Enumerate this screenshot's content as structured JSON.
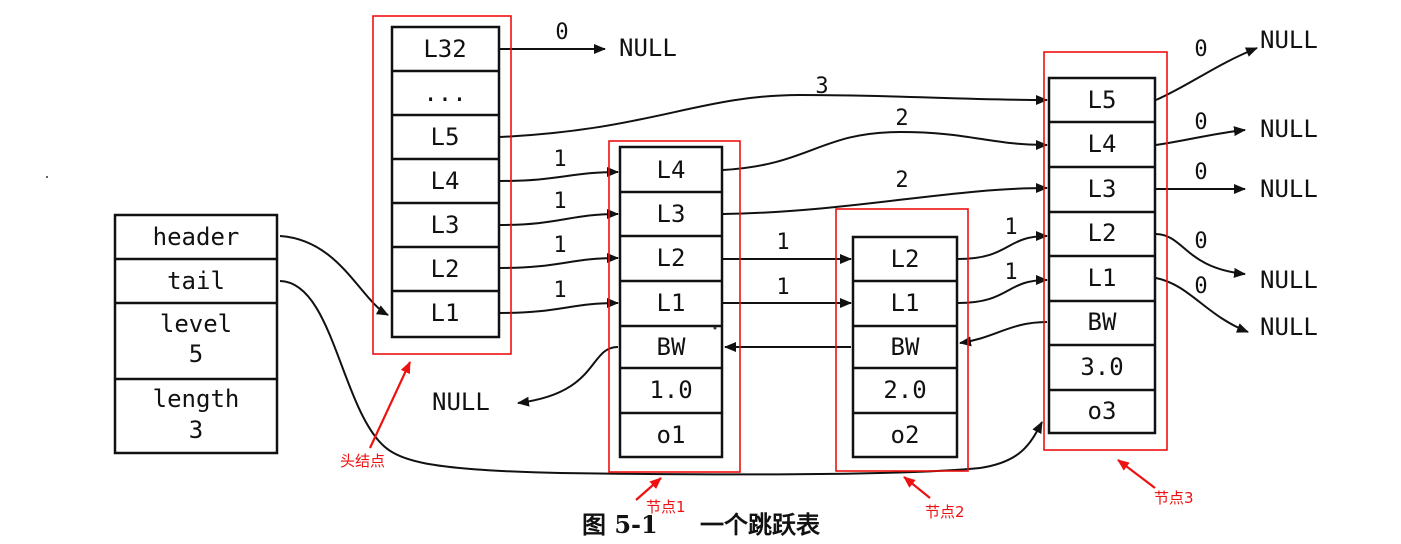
{
  "list": {
    "fields": [
      "header",
      "tail",
      "level",
      "5",
      "length",
      "3"
    ]
  },
  "header_node": {
    "levels": [
      "L32",
      "...",
      "L5",
      "L4",
      "L3",
      "L2",
      "L1"
    ],
    "label": "头结点"
  },
  "node1": {
    "levels": [
      "L4",
      "L3",
      "L2",
      "L1"
    ],
    "backward": "BW",
    "score": "1.0",
    "obj": "o1",
    "label": "节点1"
  },
  "node2": {
    "levels": [
      "L2",
      "L1"
    ],
    "backward": "BW",
    "score": "2.0",
    "obj": "o2",
    "label": "节点2"
  },
  "node3": {
    "levels": [
      "L5",
      "L4",
      "L3",
      "L2",
      "L1"
    ],
    "backward": "BW",
    "score": "3.0",
    "obj": "o3",
    "label": "节点3"
  },
  "spans": {
    "header_L32": "0",
    "header_L5": "3",
    "header_L4": "1",
    "header_L3": "1",
    "header_L2": "1",
    "header_L1": "1",
    "node1_L4": "2",
    "node1_L3": "2",
    "node1_L2": "1",
    "node1_L1": "1",
    "node2_L2": "1",
    "node2_L1": "1",
    "node3_L5": "0",
    "node3_L4": "0",
    "node3_L3": "0",
    "node3_L2": "0",
    "node3_L1": "0"
  },
  "null_text": "NULL",
  "caption": {
    "figure": "图 5-1",
    "title": "一个跳跃表"
  },
  "colors": {
    "annotation": "#ee1111",
    "ink": "#111111"
  }
}
